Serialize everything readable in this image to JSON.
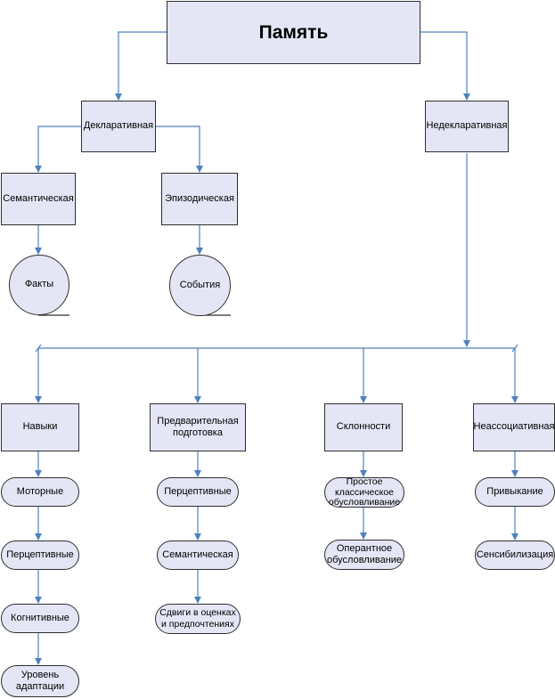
{
  "diagram": {
    "root": "Память",
    "declarative": "Декларативная",
    "nondeclarative": "Недекларативная",
    "semantic": "Семантическая",
    "episodic": "Эпизодическая",
    "facts": "Факты",
    "events": "События",
    "skills": "Навыки",
    "priming": "Предварительная подготовка",
    "dispositions": "Склонности",
    "nonassociative": "Неассоциативная",
    "motor": "Моторные",
    "perceptual_skills": "Перцептивные",
    "cognitive": "Когнитивные",
    "adaptation_level": "Уровень адаптации",
    "perceptual_priming": "Перцептивные",
    "semantic_priming": "Семантическая",
    "shifts": "Сдвиги в оценках и предпочтениях",
    "classical": "Простое классическое обусловливание",
    "operant": "Оперантное обусловливание",
    "habituation": "Привыкание",
    "sensitization": "Сенсибилизация"
  },
  "colors": {
    "fill": "#e4e6f6",
    "line": "#4f81bd",
    "border": "#2f2f2f"
  }
}
